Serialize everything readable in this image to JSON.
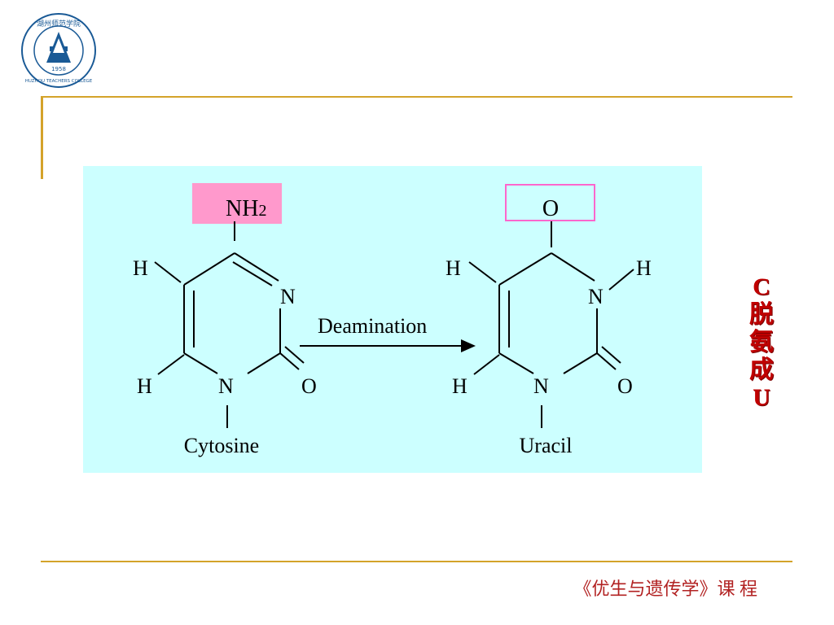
{
  "logo": {
    "top_text": "湖州师范学院",
    "bottom_text": "HUZHOU TEACHERS COLLEGE",
    "year": "1958",
    "color": "#1a5a96"
  },
  "diagram": {
    "background": "#ccffff",
    "reaction_label": "Deamination",
    "cytosine": {
      "substituent": "NH",
      "substituent_subscript": "2",
      "highlight_color": "#ff99cc",
      "ring_atoms": {
        "n_ring": "N",
        "n1": "N",
        "o": "O",
        "h_top": "H",
        "h_bottom": "H"
      },
      "name": "Cytosine"
    },
    "uracil": {
      "substituent": "O",
      "highlight_border": "#ff66cc",
      "ring_atoms": {
        "n_ring": "N",
        "n_h": "H",
        "n1": "N",
        "o": "O",
        "h_top": "H",
        "h_bottom": "H"
      },
      "name": "Uracil"
    }
  },
  "side_note": {
    "chars": [
      "C",
      "脱",
      "氨",
      "成",
      "U"
    ],
    "color": "#c00000"
  },
  "footer": {
    "text": "《优生与遗传学》课  程"
  },
  "accent_color": "#d4a32a"
}
